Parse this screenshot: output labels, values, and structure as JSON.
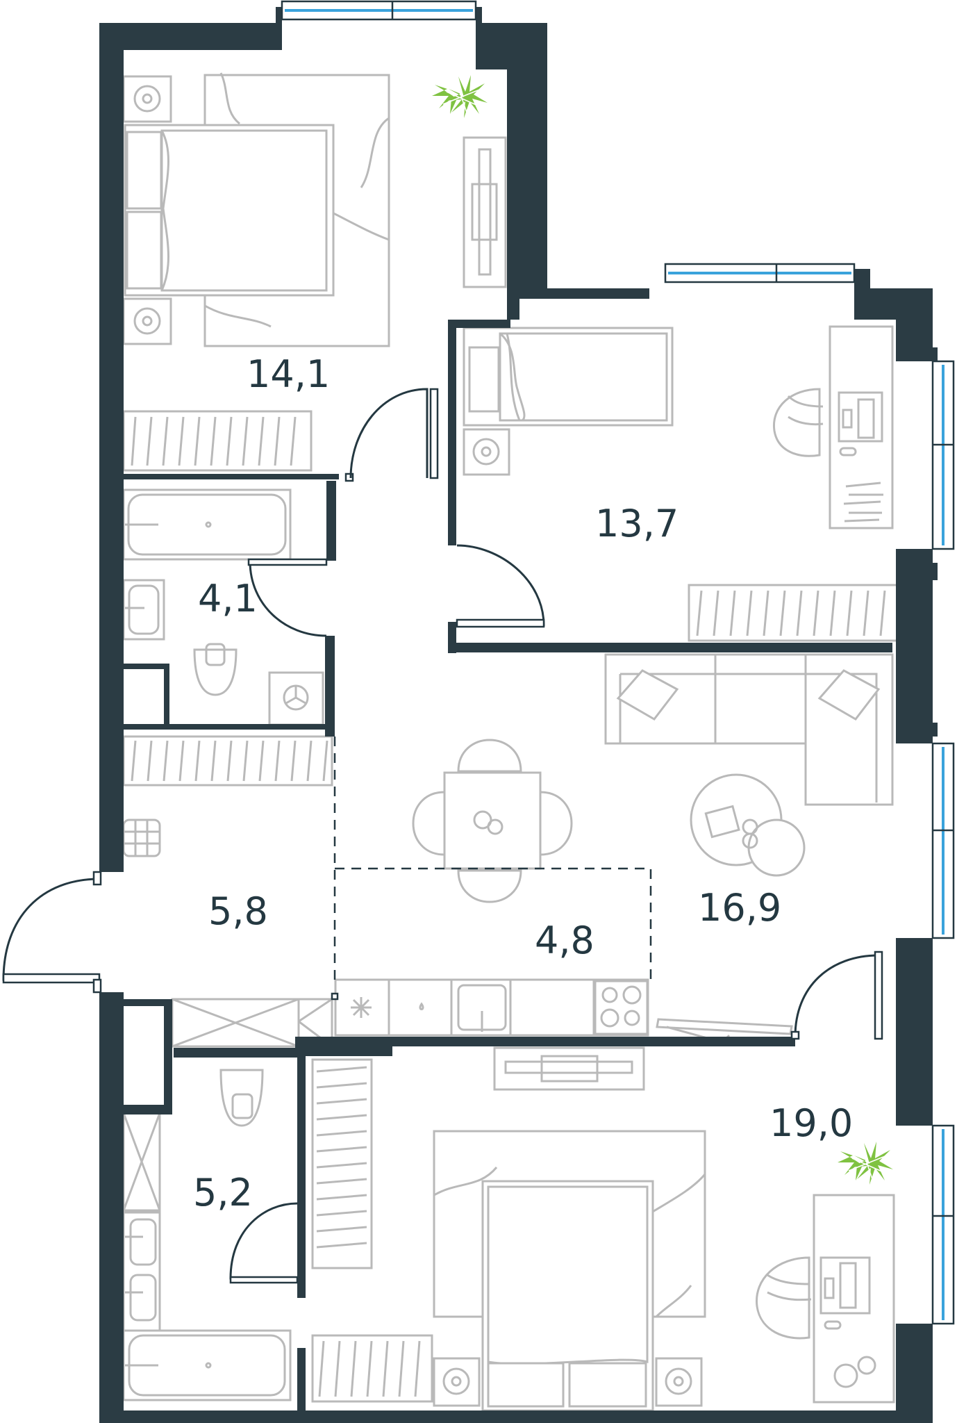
{
  "floor_plan": {
    "rooms": [
      {
        "id": "bedroom-1",
        "area": "14,1"
      },
      {
        "id": "bedroom-2",
        "area": "13,7"
      },
      {
        "id": "bathroom-1",
        "area": "4,1"
      },
      {
        "id": "hallway",
        "area": "5,8"
      },
      {
        "id": "kitchen",
        "area": "4,8"
      },
      {
        "id": "living-room",
        "area": "16,9"
      },
      {
        "id": "bathroom-2",
        "area": "5,2"
      },
      {
        "id": "bedroom-master",
        "area": "19,0"
      }
    ]
  },
  "colors": {
    "wall": "#2b3c44",
    "text": "#243841",
    "furniture": "#b9b9b9",
    "window": "#3aa3dc",
    "plant": "#7fc241"
  }
}
